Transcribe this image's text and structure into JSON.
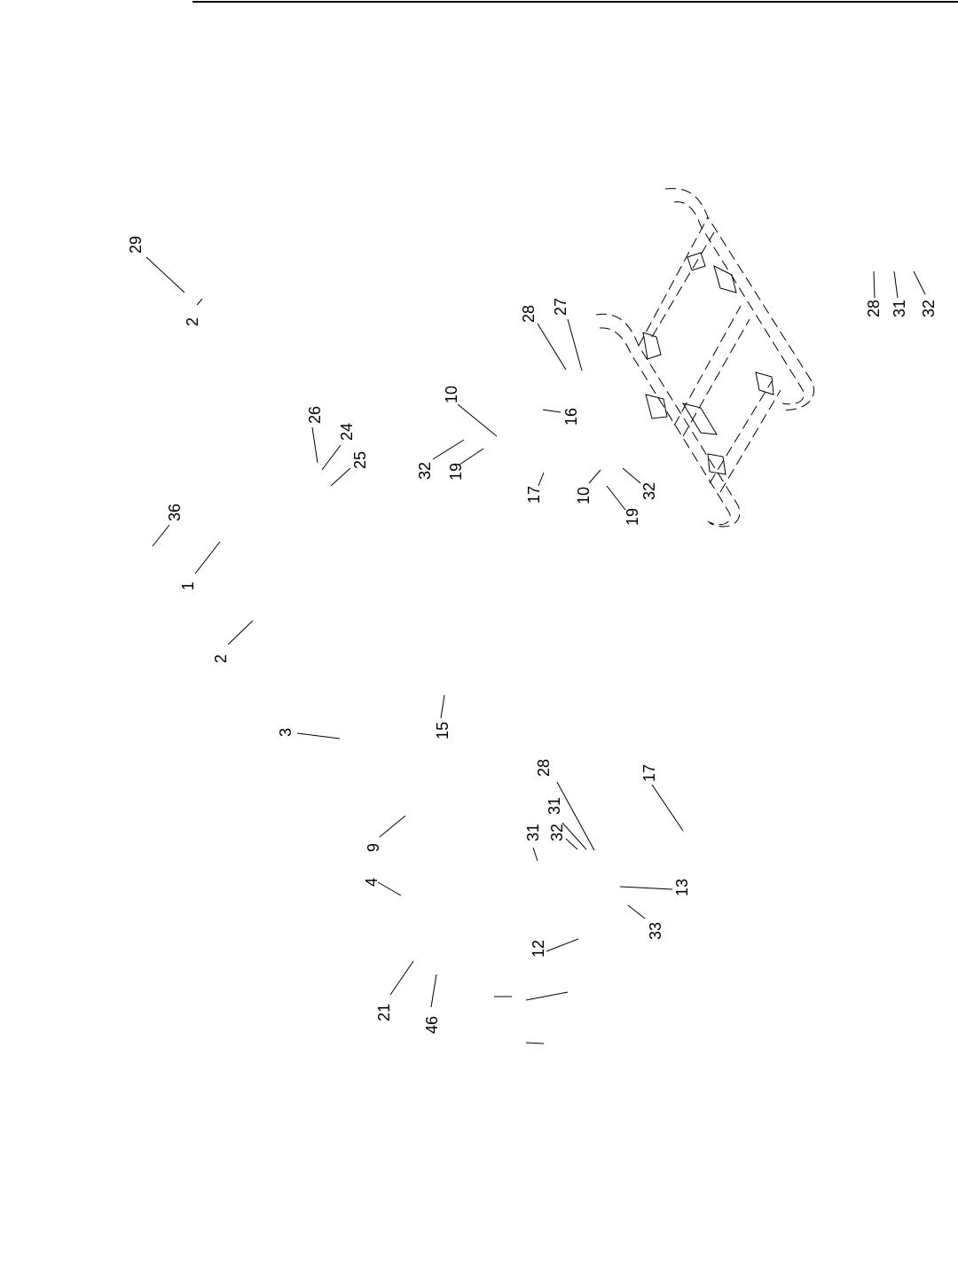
{
  "diagram": {
    "callouts": [
      {
        "id": "c1",
        "label": "29"
      },
      {
        "id": "c2",
        "label": "2"
      },
      {
        "id": "c3",
        "label": "28"
      },
      {
        "id": "c4",
        "label": "27"
      },
      {
        "id": "c5",
        "label": "10"
      },
      {
        "id": "c6",
        "label": "16"
      },
      {
        "id": "c7",
        "label": "26"
      },
      {
        "id": "c8",
        "label": "24"
      },
      {
        "id": "c9",
        "label": "25"
      },
      {
        "id": "c10",
        "label": "32"
      },
      {
        "id": "c11",
        "label": "19"
      },
      {
        "id": "c12",
        "label": "17"
      },
      {
        "id": "c13",
        "label": "10"
      },
      {
        "id": "c14",
        "label": "32"
      },
      {
        "id": "c15",
        "label": "19"
      },
      {
        "id": "c16",
        "label": "28"
      },
      {
        "id": "c17",
        "label": "31"
      },
      {
        "id": "c18",
        "label": "32"
      },
      {
        "id": "c19",
        "label": "36"
      },
      {
        "id": "c20",
        "label": "1"
      },
      {
        "id": "c21",
        "label": "2"
      },
      {
        "id": "c22",
        "label": "3"
      },
      {
        "id": "c23",
        "label": "15"
      },
      {
        "id": "c24",
        "label": "28"
      },
      {
        "id": "c25",
        "label": "17"
      },
      {
        "id": "c26",
        "label": "31"
      },
      {
        "id": "c27",
        "label": "31"
      },
      {
        "id": "c28",
        "label": "32"
      },
      {
        "id": "c29",
        "label": "9"
      },
      {
        "id": "c30",
        "label": "4"
      },
      {
        "id": "c31",
        "label": "13"
      },
      {
        "id": "c32",
        "label": "33"
      },
      {
        "id": "c33",
        "label": "12"
      },
      {
        "id": "c34",
        "label": "21"
      },
      {
        "id": "c35",
        "label": "46"
      }
    ]
  }
}
